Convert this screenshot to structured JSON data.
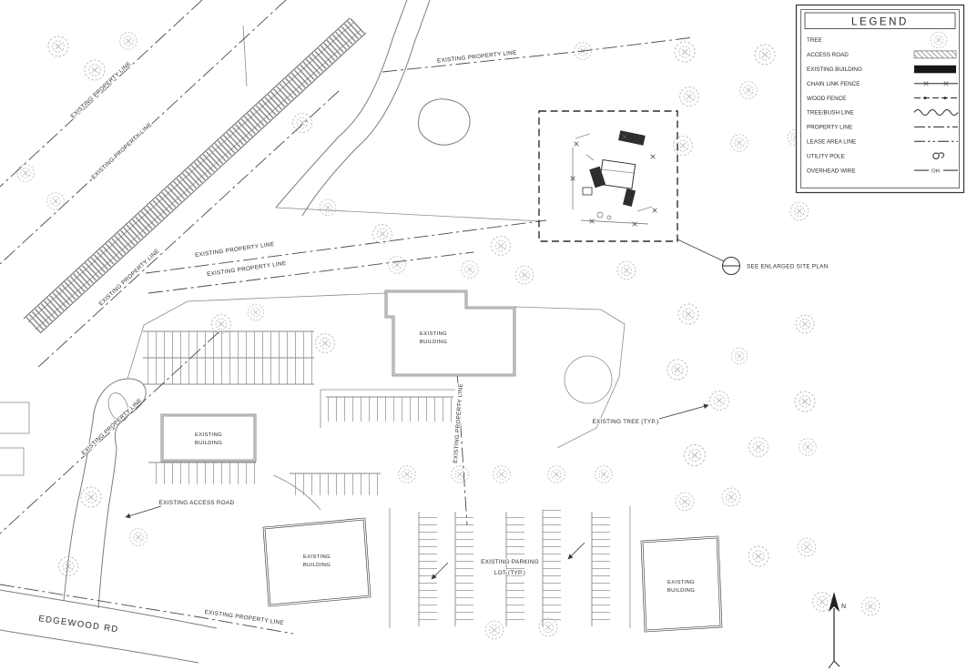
{
  "drawing": {
    "legend": {
      "title": "LEGEND",
      "items": [
        {
          "label": "TREE",
          "symbol": "tree"
        },
        {
          "label": "ACCESS ROAD",
          "symbol": "access-road"
        },
        {
          "label": "EXISTING BUILDING",
          "symbol": "existing-building"
        },
        {
          "label": "CHAIN LINK FENCE",
          "symbol": "chain-link-fence"
        },
        {
          "label": "WOOD FENCE",
          "symbol": "wood-fence"
        },
        {
          "label": "TREE/BUSH LINE",
          "symbol": "tree-bush-line"
        },
        {
          "label": "PROPERTY LINE",
          "symbol": "property-line"
        },
        {
          "label": "LEASE AREA LINE",
          "symbol": "lease-area-line"
        },
        {
          "label": "UTILITY POLE",
          "symbol": "utility-pole"
        },
        {
          "label": "OVERHEAD WIRE",
          "symbol": "overhead-wire"
        }
      ],
      "overhead_wire_tag": "OH"
    },
    "labels": {
      "property_line": "EXISTING PROPERTY LINE",
      "existing": "EXISTING",
      "building": "BUILDING",
      "access_road": "EXISTING ACCESS ROAD",
      "parking_l1": "EXISTING PARKING",
      "parking_l2": "LOT (TYP.)",
      "existing_tree": "EXISTING TREE (TYP.)",
      "enlarged": "SEE ENLARGED SITE PLAN",
      "road": "EDGEWOOD RD",
      "north": "N"
    },
    "palette": {
      "ink": "#2a2a2a",
      "tree": "#bcbcbc",
      "paper": "#ffffff"
    }
  }
}
